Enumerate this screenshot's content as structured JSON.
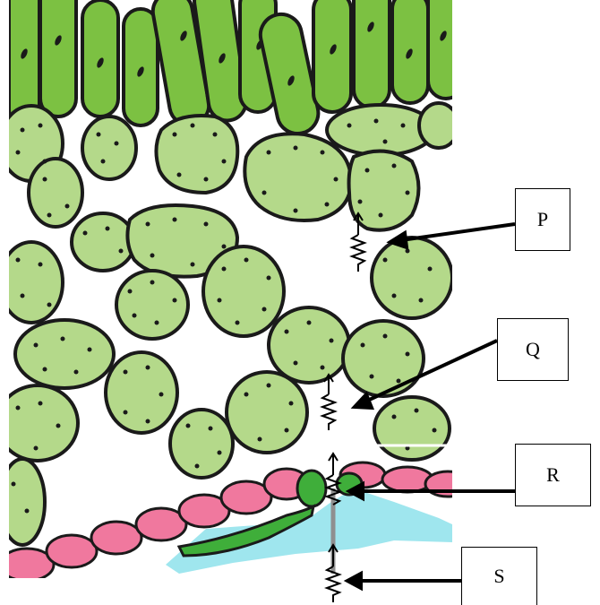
{
  "figure": {
    "labels": [
      {
        "id": "P",
        "text": "P"
      },
      {
        "id": "Q",
        "text": "Q"
      },
      {
        "id": "R",
        "text": "R"
      },
      {
        "id": "S",
        "text": "S"
      }
    ]
  },
  "colors": {
    "palisade_fill": "#7cc142",
    "spongy_fill": "#b4d98a",
    "cell_outline": "#1a1a1a",
    "epidermis_fill": "#f0789e",
    "guard_fill": "#3fae3a",
    "substomatal": "#9fe6ee",
    "background": "#ffffff"
  }
}
